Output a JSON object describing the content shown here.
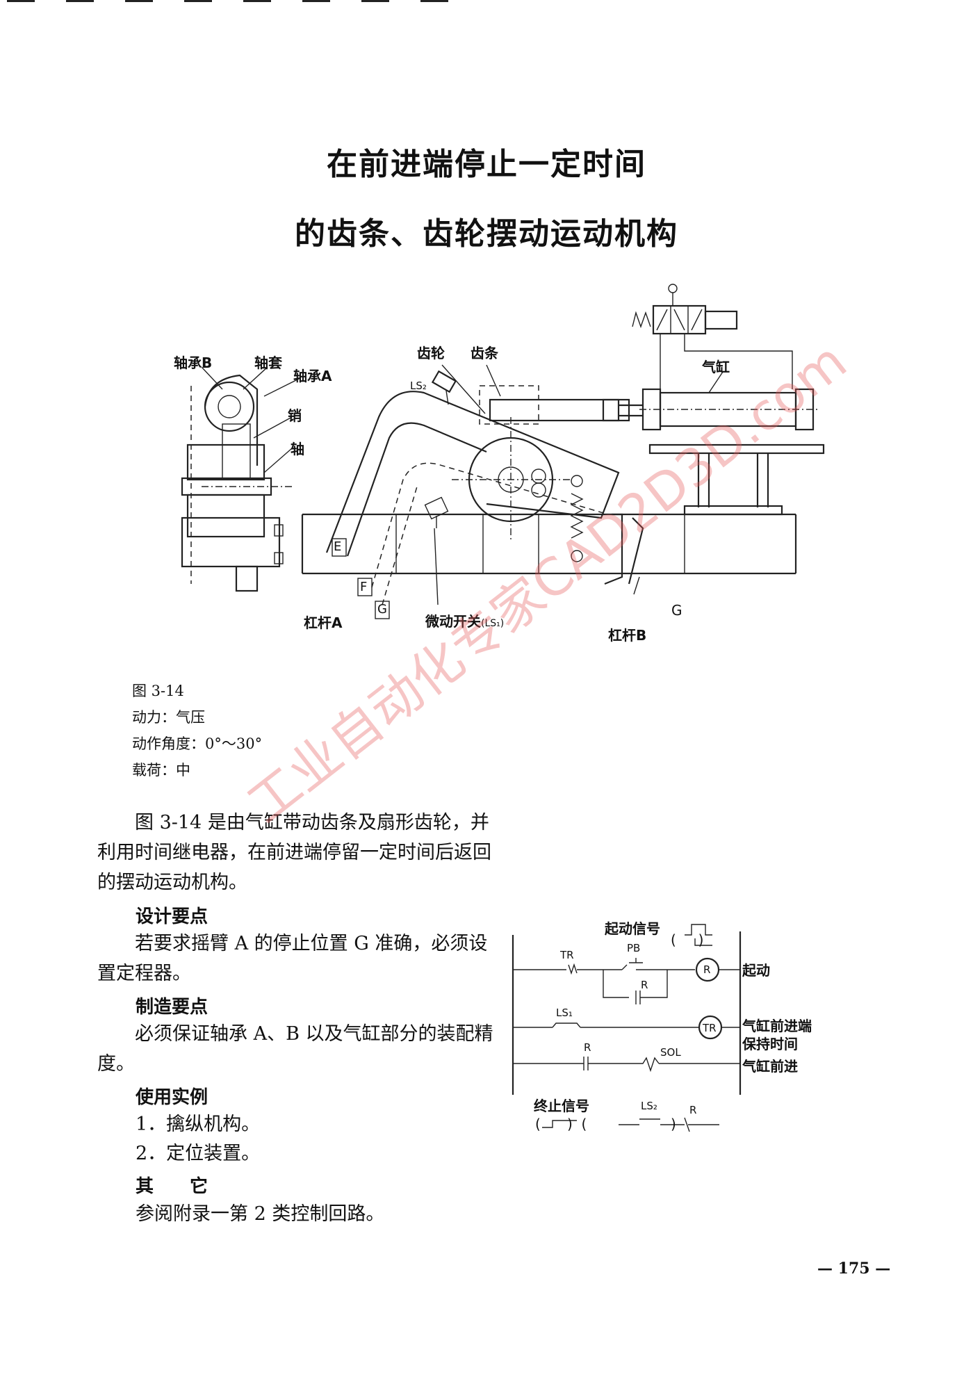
{
  "title": {
    "line1": "在前进端停止一定时间",
    "line2": "的齿条、齿轮摆动运动机构"
  },
  "mechanism_labels": {
    "bearing_b": "轴承B",
    "sleeve": "轴套",
    "bearing_a": "轴承A",
    "pin": "销",
    "shaft": "轴",
    "gear": "齿轮",
    "rack": "齿条",
    "cylinder": "气缸",
    "ls2": "LS₂",
    "e": "E",
    "f": "F",
    "g_left": "G",
    "g_right": "G",
    "lever_a": "杠杆A",
    "micro_switch": "微动开关",
    "micro_switch_code": "(LS₁)",
    "lever_b": "杠杆B"
  },
  "figure_meta": {
    "fig_no": "图 3-14",
    "power": "动力：气压",
    "angle": "动作角度：0°～30°",
    "load": "载荷：中"
  },
  "body": {
    "intro": "图 3-14 是由气缸带动齿条及扇形齿轮，并利用时间继电器，在前进端停留一定时间后返回的摆动运动机构。",
    "design_head": "设计要点",
    "design_text": "若要求摇臂 A 的停止位置 G 准确，必须设置定程器。",
    "mfg_head": "制造要点",
    "mfg_text": "必须保证轴承 A、B 以及气缸部分的装配精度。",
    "use_head": "使用实例",
    "use_1": "1．擒纵机构。",
    "use_2": "2．定位装置。",
    "other_head": "其　　它",
    "other_text": "参阅附录一第 2 类控制回路。"
  },
  "circuit": {
    "start_signal": "起动信号",
    "tr_contact": "TR",
    "pb": "PB",
    "r_coil": "R",
    "r_self": "R",
    "start": "起动",
    "ls1": "LS₁",
    "tr_coil": "TR",
    "hold_line1": "气缸前进端",
    "hold_line2": "保持时间",
    "r_contact": "R",
    "sol": "SOL",
    "advance": "气缸前进",
    "end_signal": "终止信号",
    "ls2": "LS₂",
    "r_nc": "R"
  },
  "page_number": "— 175 —",
  "watermark": "工业自动化专家CAD2D3D.com"
}
